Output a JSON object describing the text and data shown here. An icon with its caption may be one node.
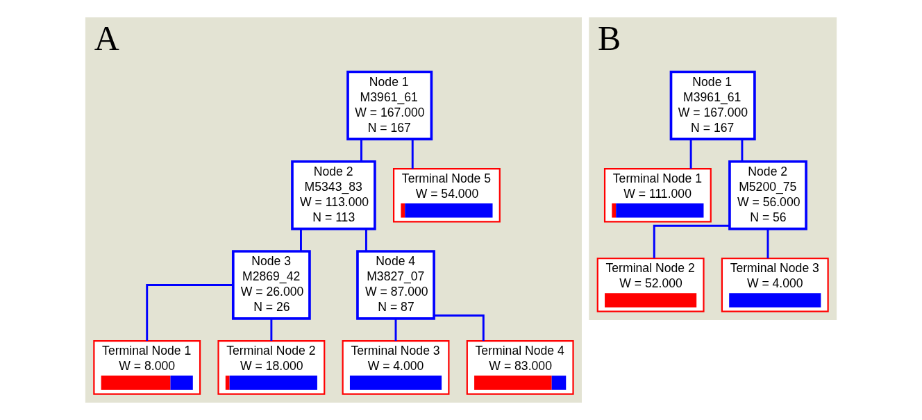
{
  "diagram": {
    "nodes": [
      {
        "text": [
          "A"
        ]
      },
      {
        "text": [
          "Node 1",
          "M3961_61",
          "W = 167.000",
          "N = 167"
        ],
        "in": 0
      },
      {
        "text": [
          "Node 2",
          "M5343_83",
          "W = 113.000",
          "N = 113"
        ],
        "in": 0
      },
      {
        "text": [
          "Terminal Node 5",
          "W = 54.000"
        ],
        "in": 0
      },
      {
        "text": [
          "Node 3",
          "M2869_42",
          "W = 26.000",
          "N = 26"
        ],
        "in": 0
      },
      {
        "text": [
          "Node 4",
          "M3827_07",
          "W = 87.000",
          "N = 87"
        ],
        "in": 0
      },
      {
        "text": [
          "Terminal Node 1",
          "W = 8.000"
        ],
        "in": 0
      },
      {
        "text": [
          "Terminal Node 2",
          "W = 18.000"
        ],
        "in": 0
      },
      {
        "text": [
          "Terminal Node 3",
          "W = 4.000"
        ],
        "in": 0
      },
      {
        "text": [
          "Terminal Node 4",
          "W = 83.000"
        ],
        "in": 0
      },
      {
        "text": [
          "B"
        ]
      },
      {
        "text": [
          "Node 1",
          "M3961_61",
          "W = 167.000",
          "N = 167"
        ],
        "in": 10
      },
      {
        "text": [
          "Terminal Node 1",
          "W = 111.000"
        ],
        "in": 10
      },
      {
        "text": [
          "Node 2",
          "M5200_75",
          "W = 56.000",
          "N = 56"
        ],
        "in": 10
      },
      {
        "text": [
          "Terminal Node 2",
          "W = 52.000"
        ],
        "in": 10
      },
      {
        "text": [
          "Terminal Node 3",
          "W = 4.000"
        ],
        "in": 10
      }
    ],
    "edges": [
      {
        "from": 1,
        "to": 2,
        "arrow": "none"
      },
      {
        "from": 1,
        "to": 3,
        "arrow": "none"
      },
      {
        "from": 2,
        "to": 4,
        "arrow": "none"
      },
      {
        "from": 2,
        "to": 5,
        "arrow": "none"
      },
      {
        "from": 4,
        "to": 6,
        "arrow": "none"
      },
      {
        "from": 4,
        "to": 7,
        "arrow": "none"
      },
      {
        "from": 5,
        "to": 8,
        "arrow": "none"
      },
      {
        "from": 5,
        "to": 9,
        "arrow": "none"
      },
      {
        "from": 11,
        "to": 12,
        "arrow": "none"
      },
      {
        "from": 11,
        "to": 13,
        "arrow": "none"
      },
      {
        "from": 13,
        "to": 14,
        "arrow": "none"
      },
      {
        "from": 13,
        "to": 15,
        "arrow": "none"
      }
    ]
  }
}
